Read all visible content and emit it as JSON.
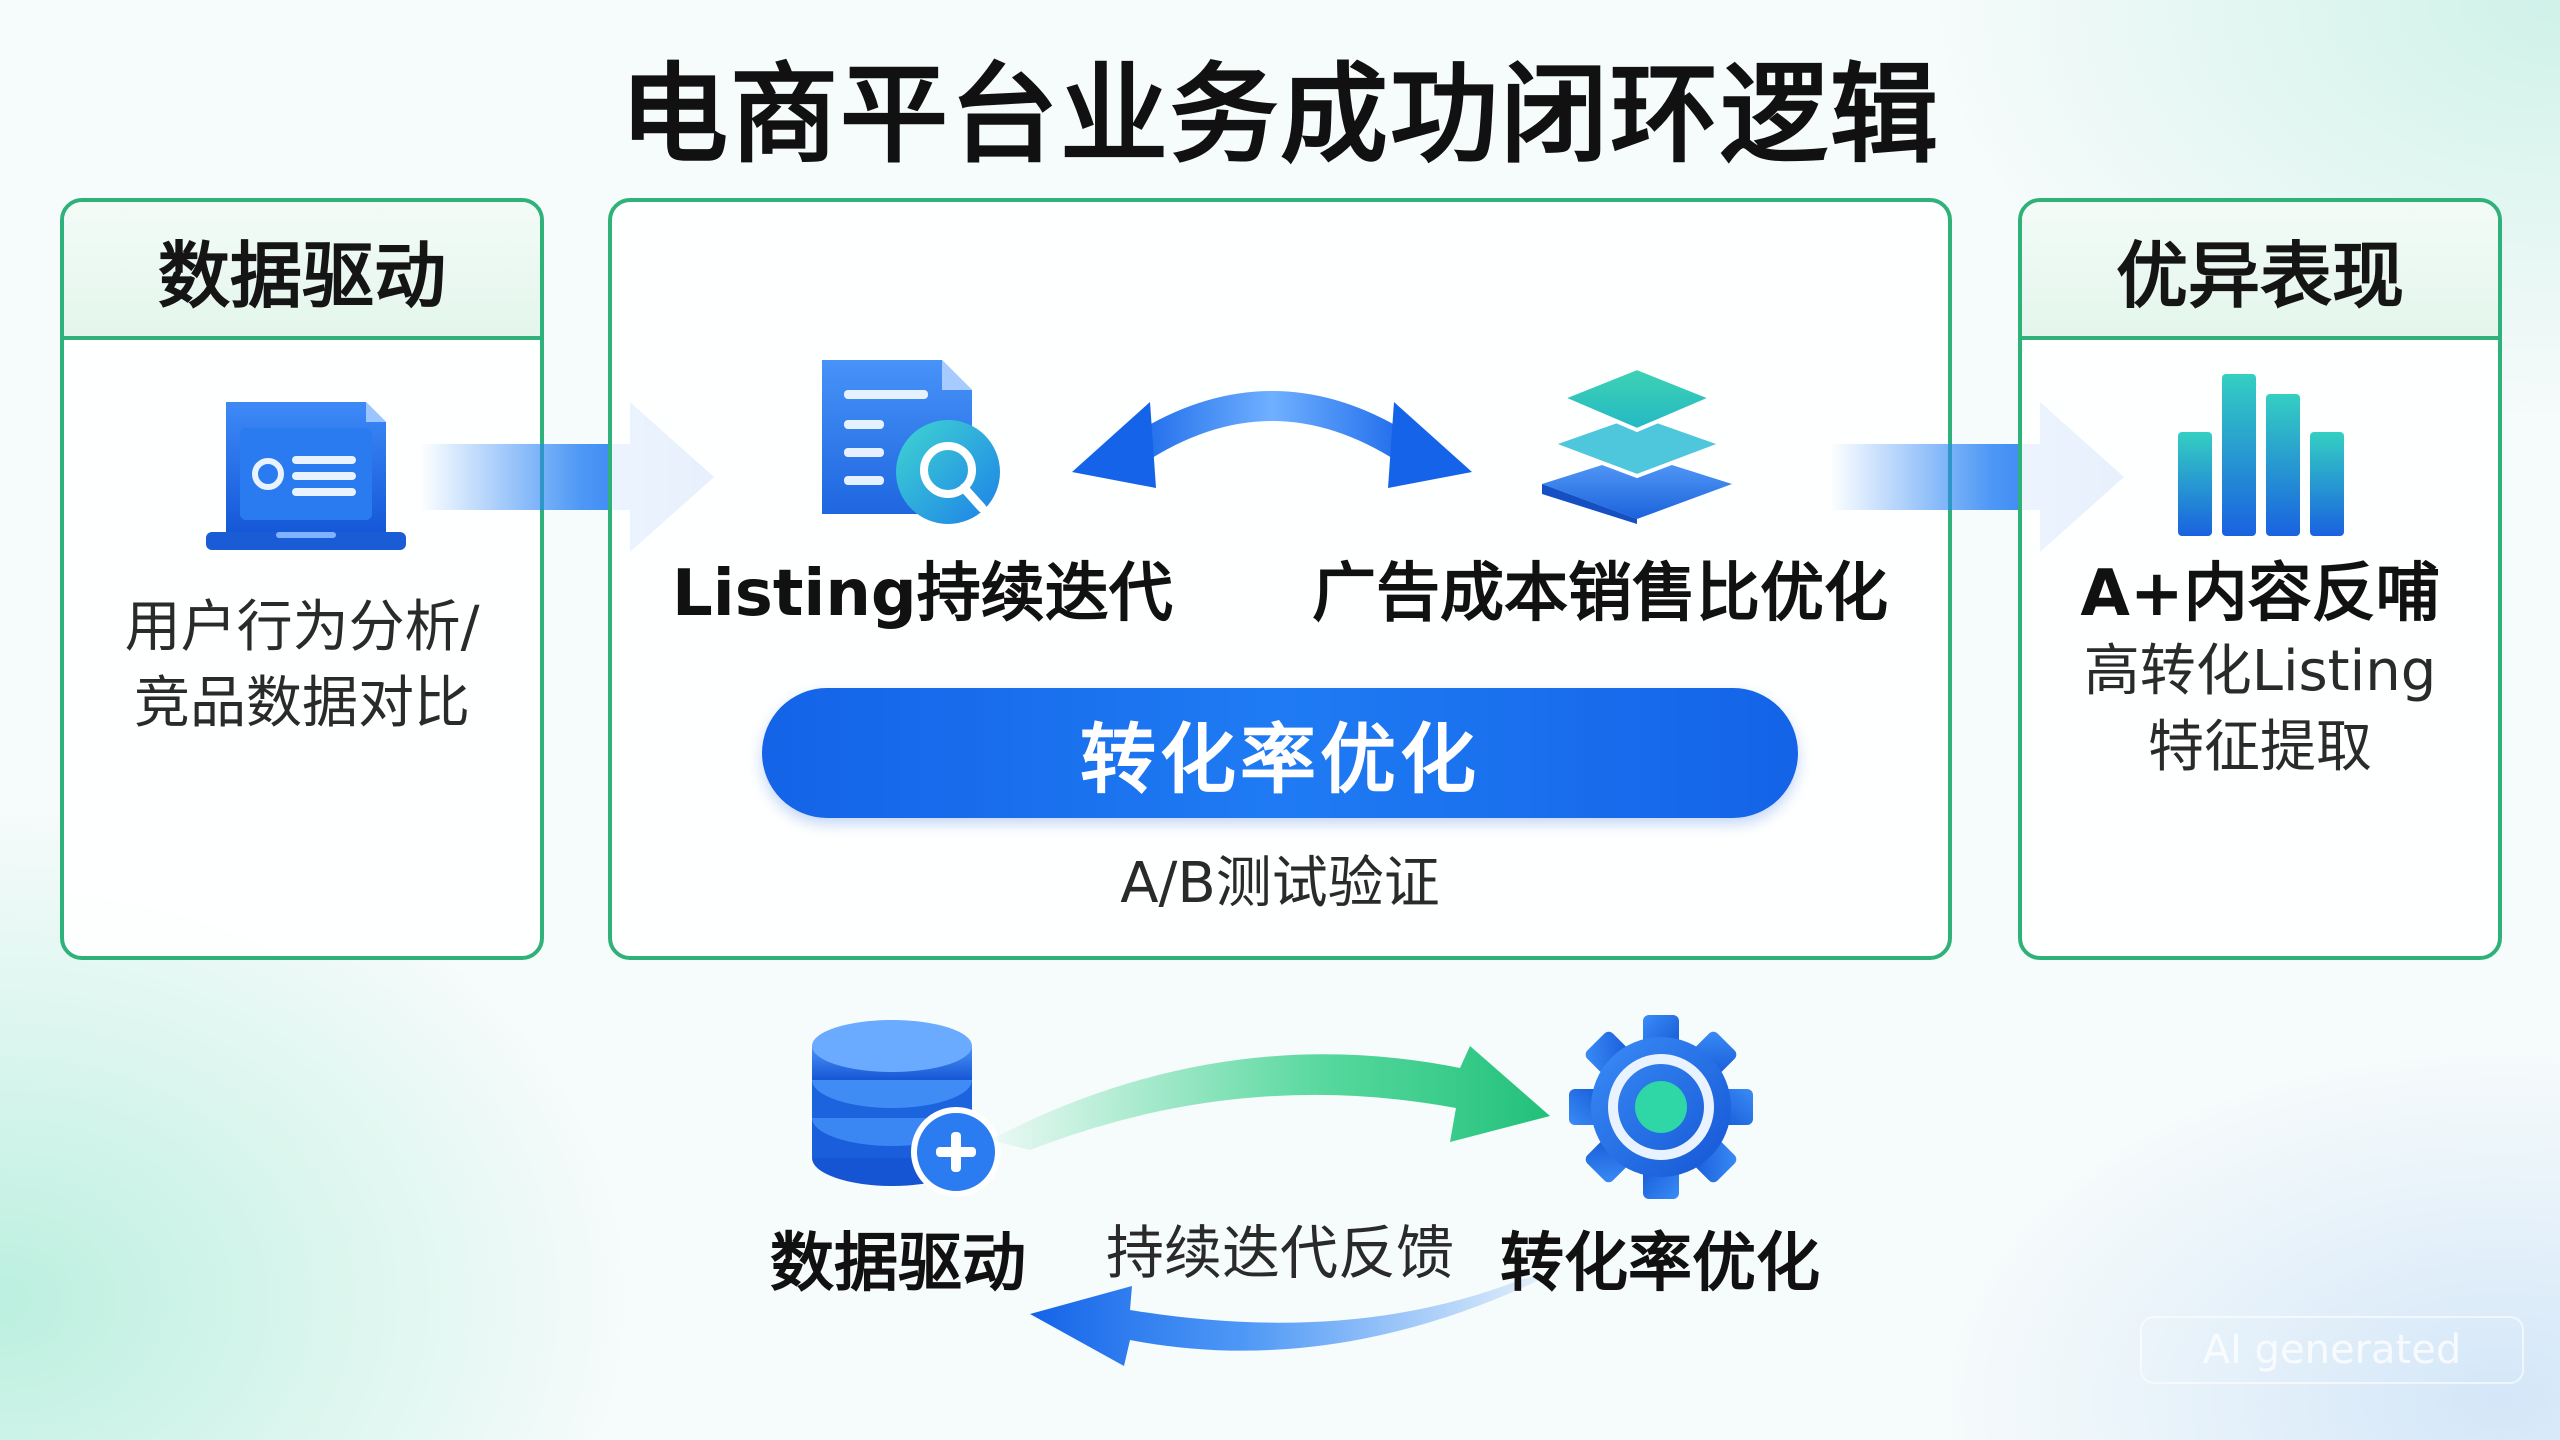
{
  "title": "电商平台业务成功闭环逻辑",
  "left_panel": {
    "header": "数据驱动",
    "text_line1": "用户行为分析/",
    "text_line2": "竞品数据对比",
    "icon": "laptop-document-icon"
  },
  "middle_panel": {
    "listing_label": "Listing持续迭代",
    "ad_label": "广告成本销售比优化",
    "pill_label": "转化率优化",
    "ab_test": "A/B测试验证",
    "icons": [
      "document-search-icon",
      "layers-icon",
      "double-arrow-icon"
    ]
  },
  "right_panel": {
    "header": "优异表现",
    "bold_label": "A+内容反哺",
    "text_line1": "高转化Listing",
    "text_line2": "特征提取",
    "icon": "bar-chart-icon"
  },
  "bottom_loop": {
    "left_label": "数据驱动",
    "middle_label": "持续迭代反馈",
    "right_label": "转化率优化",
    "icons": [
      "database-add-icon",
      "gear-icon"
    ]
  },
  "watermark": "AI generated",
  "colors": {
    "accent_blue": "#1463e8",
    "accent_green": "#2fb27a",
    "arrow_green": "#2ecf86"
  }
}
